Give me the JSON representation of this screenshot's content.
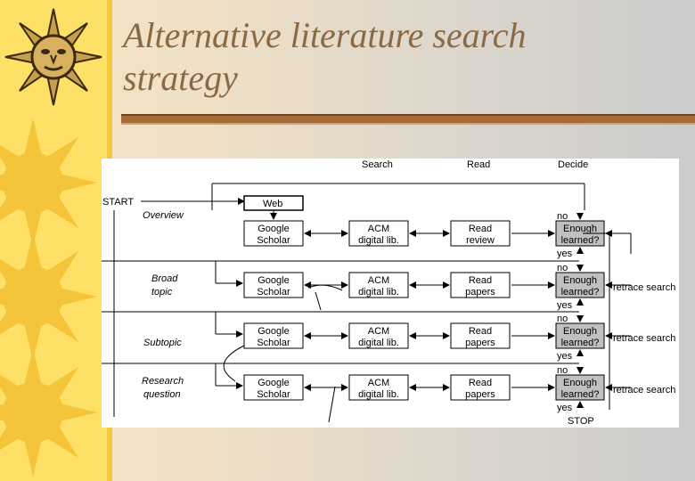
{
  "slide": {
    "title_line1": "Alternative literature search",
    "title_line2": "strategy"
  },
  "diagram": {
    "headers": {
      "search": "Search",
      "read": "Read",
      "decide": "Decide"
    },
    "start_label": "START",
    "stages": [
      "Overview",
      "Broad",
      "topic",
      "Subtopic",
      "Research",
      "question"
    ],
    "web_box": "Web",
    "rows": [
      {
        "google_l1": "Google",
        "google_l2": "Scholar",
        "acm_l1": "ACM",
        "acm_l2": "digital lib.",
        "read_l1": "Read",
        "read_l2": "review",
        "no": "no",
        "enough_l1": "Enough",
        "enough_l2": "learned?",
        "yes": "yes",
        "retrace": ""
      },
      {
        "google_l1": "Google",
        "google_l2": "Scholar",
        "acm_l1": "ACM",
        "acm_l2": "digital lib.",
        "read_l1": "Read",
        "read_l2": "papers",
        "no": "no",
        "enough_l1": "Enough",
        "enough_l2": "learned?",
        "yes": "yes",
        "retrace": "retrace search"
      },
      {
        "google_l1": "Google",
        "google_l2": "Scholar",
        "acm_l1": "ACM",
        "acm_l2": "digital lib.",
        "read_l1": "Read",
        "read_l2": "papers",
        "no": "no",
        "enough_l1": "Enough",
        "enough_l2": "learned?",
        "yes": "yes",
        "retrace": "retrace search"
      },
      {
        "google_l1": "Google",
        "google_l2": "Scholar",
        "acm_l1": "ACM",
        "acm_l2": "digital lib.",
        "read_l1": "Read",
        "read_l2": "papers",
        "no": "no",
        "enough_l1": "Enough",
        "enough_l2": "learned?",
        "yes": "yes",
        "retrace": "retrace search"
      }
    ],
    "stop_label": "STOP"
  },
  "colors": {
    "accent_strip": "#ffe066",
    "title_color": "#8a6a44",
    "rule_color": "#a56a36",
    "decision_fill": "#c0c0c0"
  },
  "icons": [
    "sun-face-icon",
    "sun-icon"
  ]
}
